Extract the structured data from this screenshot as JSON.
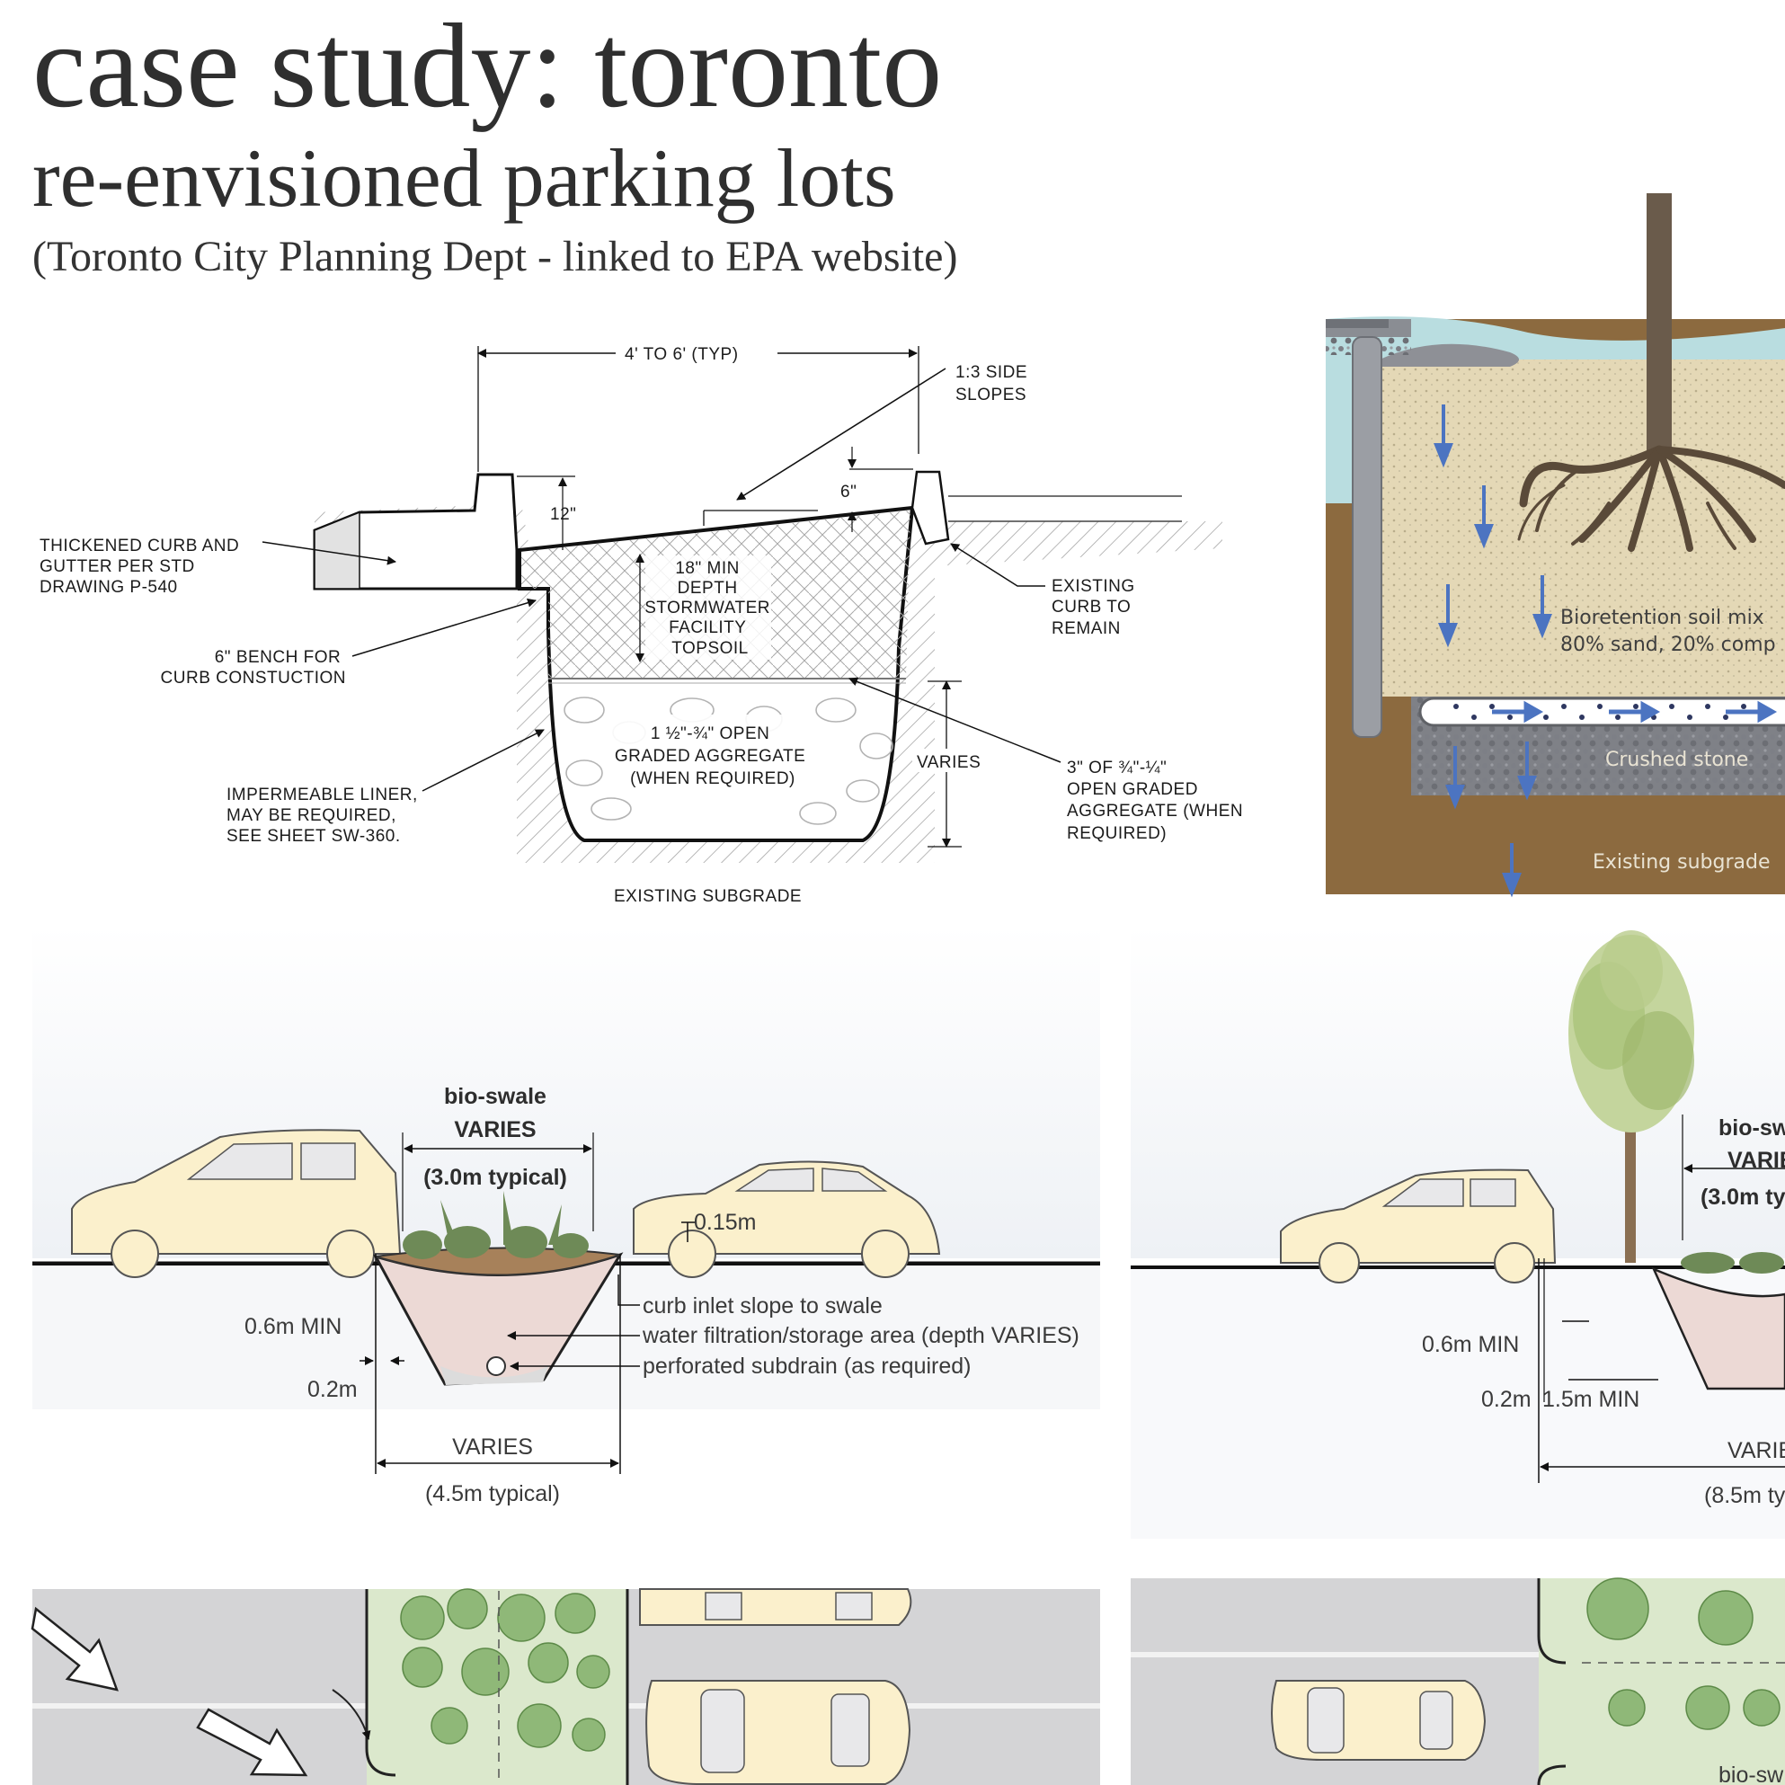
{
  "header": {
    "title": "case study: toronto",
    "subtitle": "re-envisioned parking lots",
    "source": "(Toronto City Planning Dept - linked to EPA website)"
  },
  "tech_section": {
    "width_dim": "4' TO 6' (TYP)",
    "side_slopes": [
      "1:3 SIDE",
      "SLOPES"
    ],
    "dim_12": "12\"",
    "dim_6": "6\"",
    "curb_gutter": [
      "THICKENED CURB AND",
      "GUTTER PER STD",
      "DRAWING P-540"
    ],
    "depth": [
      "18\" MIN",
      "DEPTH",
      "STORMWATER",
      "FACILITY",
      "TOPSOIL"
    ],
    "existing_curb": [
      "EXISTING",
      "CURB TO",
      "REMAIN"
    ],
    "bench": [
      "6\" BENCH FOR",
      "CURB CONSTUCTION"
    ],
    "aggregate": [
      "1 ½\"-¾\" OPEN",
      "GRADED AGGREGATE",
      "(WHEN REQUIRED)"
    ],
    "varies": "VARIES",
    "liner": [
      "IMPERMEABLE LINER,",
      "MAY BE REQUIRED,",
      "SEE SHEET SW-360."
    ],
    "fine_aggregate": [
      "3\" OF ¾\"-¼\"",
      "OPEN GRADED",
      "AGGREGATE (WHEN",
      "REQUIRED)"
    ],
    "subgrade": "EXISTING SUBGRADE"
  },
  "bioretention": {
    "soil": [
      "Bioretention soil mix",
      "80% sand, 20% comp"
    ],
    "stone": "Crushed stone",
    "subgrade": "Existing subgrade"
  },
  "section_left": {
    "title": "bio-swale",
    "varies": "VARIES",
    "typical": "(3.0m typical)",
    "curb_height": "0.15m",
    "min": "0.6m MIN",
    "offset": "0.2m",
    "callouts": [
      "curb inlet slope to swale",
      "water filtration/storage area (depth VARIES)",
      "perforated subdrain (as required)"
    ],
    "total_varies": "VARIES",
    "total_typical": "(4.5m typical)"
  },
  "section_right": {
    "title": "bio-swa",
    "varies": "VARIE",
    "typical": "(3.0m typ",
    "min": "0.6m MIN",
    "offset": "0.2m",
    "tree_min": "1.5m MIN",
    "total_varies": "VARIE",
    "total_typical": "(8.5m typ"
  },
  "plan_right": {
    "label": "bio-sw"
  }
}
